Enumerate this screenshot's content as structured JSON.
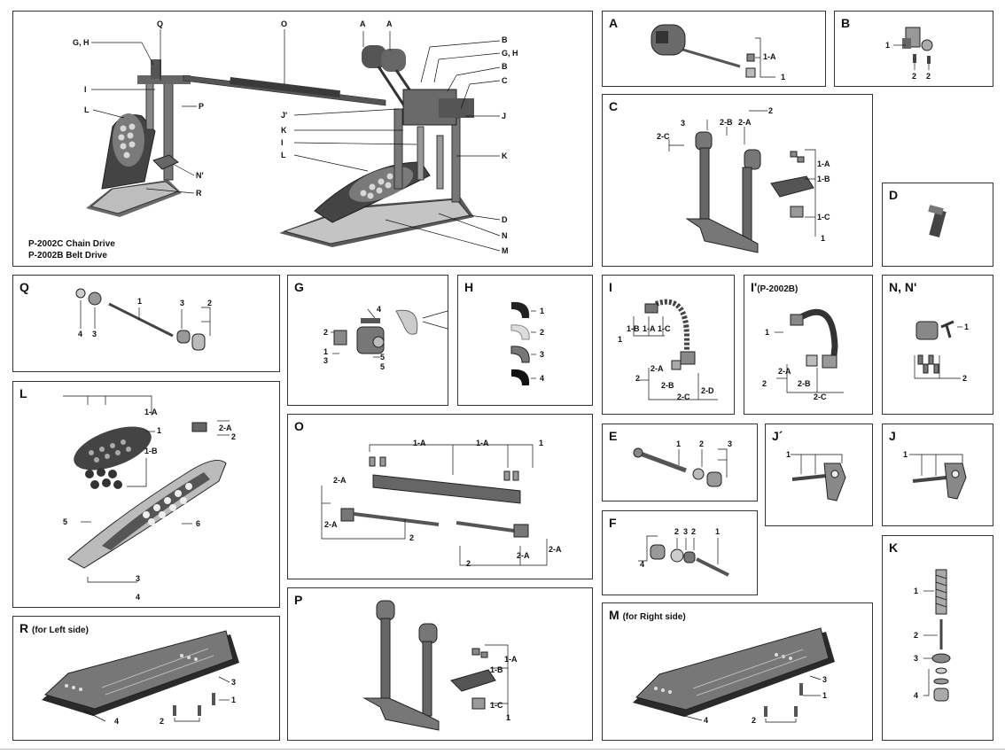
{
  "main": {
    "models": [
      "P-2002C Chain Drive",
      "P-2002B Belt Drive"
    ],
    "labels": [
      "G, H",
      "Q",
      "O",
      "A",
      "A",
      "B",
      "G, H",
      "B",
      "C",
      "I",
      "P",
      "L",
      "J'",
      "J",
      "K",
      "I",
      "L",
      "K",
      "N'",
      "R",
      "D",
      "N",
      "M"
    ]
  },
  "panels": {
    "A": {
      "title": "A",
      "labels": [
        "1-A",
        "1"
      ]
    },
    "B": {
      "title": "B",
      "labels": [
        "1",
        "2",
        "2"
      ]
    },
    "C": {
      "title": "C",
      "labels": [
        "2",
        "3",
        "2-B",
        "2-A",
        "2-C",
        "1-A",
        "1-B",
        "1-C",
        "1"
      ]
    },
    "D": {
      "title": "D"
    },
    "Q": {
      "title": "Q",
      "labels": [
        "1",
        "3",
        "2",
        "4",
        "3"
      ]
    },
    "G": {
      "title": "G",
      "labels": [
        "4",
        "2",
        "1",
        "3",
        "5",
        "5"
      ]
    },
    "H": {
      "title": "H",
      "labels": [
        "1",
        "2",
        "3",
        "4"
      ]
    },
    "I": {
      "title": "I",
      "labels": [
        "1-B",
        "1-A",
        "1-C",
        "1",
        "2-A",
        "2",
        "2-B",
        "2-C",
        "2-D"
      ]
    },
    "I2": {
      "title": "I'",
      "sub": "(P-2002B)",
      "labels": [
        "1",
        "2-A",
        "2",
        "2-B",
        "2-C"
      ]
    },
    "NN": {
      "title": "N, N'",
      "labels": [
        "1",
        "2"
      ]
    },
    "L": {
      "title": "L",
      "labels": [
        "1-A",
        "1",
        "1-B",
        "2-A",
        "2",
        "5",
        "6",
        "3",
        "4"
      ]
    },
    "O": {
      "title": "O",
      "labels": [
        "1-A",
        "1-A",
        "1",
        "2-A",
        "2-A",
        "2",
        "2",
        "2-A",
        "2-A"
      ]
    },
    "E": {
      "title": "E",
      "labels": [
        "1",
        "2",
        "3"
      ]
    },
    "J1": {
      "title": "J´",
      "labels": [
        "1"
      ]
    },
    "J": {
      "title": "J",
      "labels": [
        "1"
      ]
    },
    "F": {
      "title": "F",
      "labels": [
        "2",
        "3",
        "2",
        "1",
        "4"
      ]
    },
    "K": {
      "title": "K",
      "labels": [
        "1",
        "2",
        "3",
        "4"
      ]
    },
    "R": {
      "title": "R",
      "sub": "(for Left side)",
      "labels": [
        "3",
        "1",
        "2",
        "4"
      ]
    },
    "P": {
      "title": "P",
      "labels": [
        "1-A",
        "1-B",
        "1-C",
        "1"
      ]
    },
    "M": {
      "title": "M",
      "sub": "(for Right side)",
      "labels": [
        "3",
        "1",
        "2",
        "4"
      ]
    }
  },
  "colors": {
    "part_fill": "#8a8a8a",
    "part_dark": "#3c3c3c",
    "part_light": "#d0d0d0",
    "border": "#333333"
  }
}
